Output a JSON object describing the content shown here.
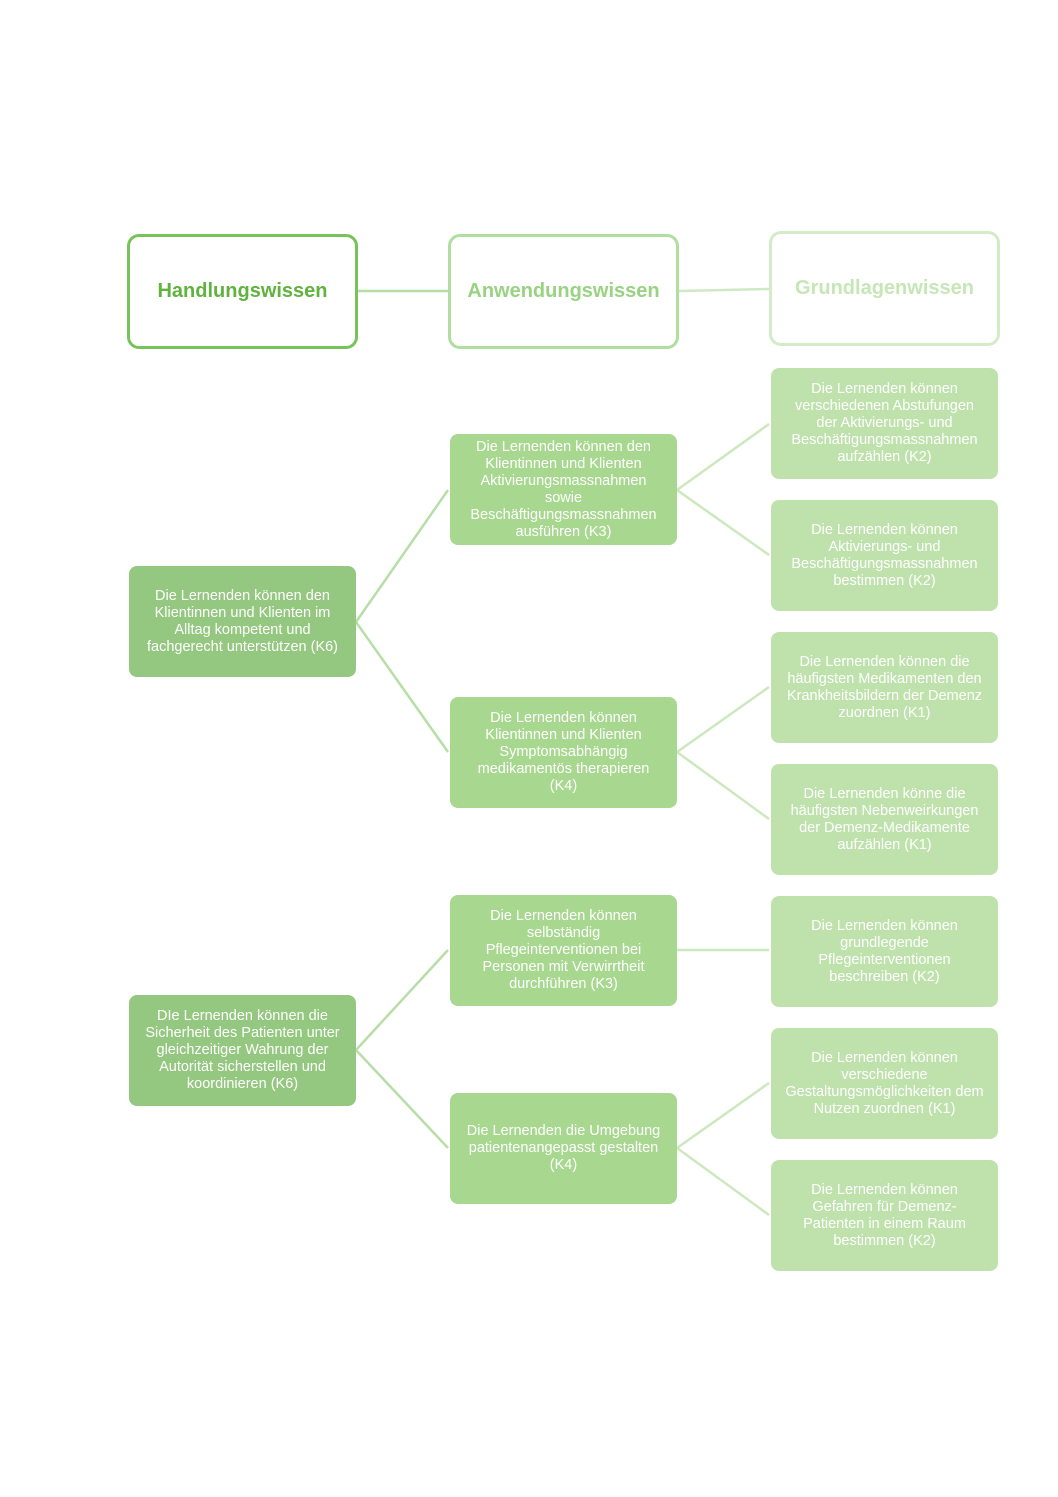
{
  "headers": {
    "handlung": "Handlungswissen",
    "anwendung": "Anwendungswissen",
    "grundlagen": "Grundlagenwissen"
  },
  "level1": [
    "Die Lernenden können den Klientinnen und Klienten im Alltag kompetent und fachgerecht unterstützen (K6)",
    "DIe Lernenden können die Sicherheit des Patienten unter gleichzeitiger Wahrung der Autorität sicherstellen und koordinieren (K6)"
  ],
  "level2": [
    "Die Lernenden können den\nKlientinnen und Klienten\nAktivierungsmassnahmen\nsowie\nBeschäftigungsmassnahmen\nausführen (K3)",
    "Die Lernenden können\nKlientinnen und Klienten\nSymptomsabhängig\nmedikamentös therapieren\n(K4)",
    "Die Lernenden können\nselbständig\nPflegeinterventionen bei\nPersonen mit Verwirrtheit\ndurchführen (K3)",
    "Die Lernenden die Umgebung\npatientenangepasst gestalten\n(K4)"
  ],
  "level3": [
    "Die Lernenden können\nverschiedenen Abstufungen\nder Aktivierungs- und\nBeschäftigungsmassnahmen\naufzählen (K2)",
    "Die Lernenden können\nAktivierungs- und\nBeschäftigungsmassnahmen\nbestimmen (K2)",
    "Die Lernenden können die\nhäufigsten Medikamenten den\nKrankheitsbildern der Demenz\nzuordnen (K1)",
    "Die Lernenden könne die\nhäufigsten Nebenweirkungen\nder Demenz-Medikamente\naufzählen (K1)",
    "Die Lernenden können\ngrundlegende\nPflegeinterventionen\nbeschreiben (K2)",
    "Die Lernenden können\nverschiedene\nGestaltungsmöglichkeiten dem\nNutzen zuordnen (K1)",
    "Die Lernenden können\nGefahren für Demenz-\nPatienten in einem Raum\nbestimmen (K2)"
  ],
  "colors": {
    "level1": "#94c77f",
    "level2": "#a8d890",
    "level3": "#bfe2ad",
    "connector": "#b8dea7"
  }
}
